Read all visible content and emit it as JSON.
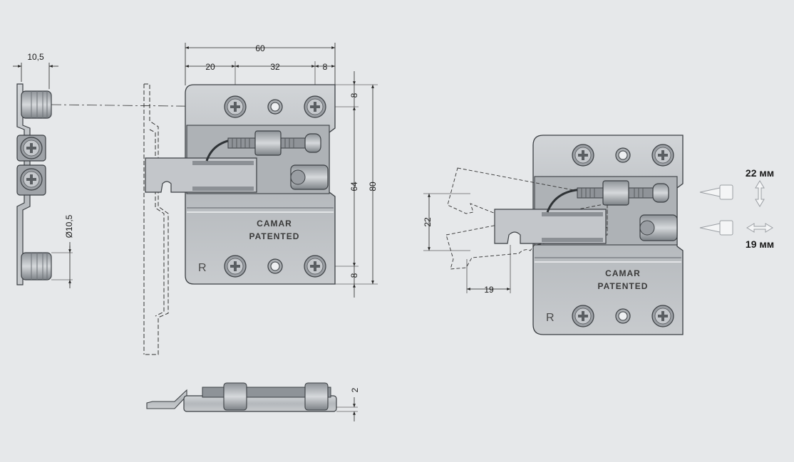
{
  "colors": {
    "background": "#e6e8ea",
    "metal_light": "#c9cccf",
    "metal_mid": "#a7abb0",
    "metal_dark": "#6d7277",
    "outline": "#3b3f43",
    "dim_line": "#222222"
  },
  "dimensions": {
    "side_width": "10,5",
    "overall_width": "60",
    "left_offset": "20",
    "hole_spacing": "32",
    "right_offset": "8",
    "top_offset": "8",
    "vertical_spacing": "64",
    "overall_height": "80",
    "bottom_offset": "8",
    "bolt_diameter": "Ø10,5",
    "plate_thickness": "2",
    "adjust_vertical": "22",
    "adjust_horizontal": "19"
  },
  "product": {
    "brand": "CAMAR",
    "mark": "PATENTED",
    "side_letter": "R"
  },
  "adjustment": {
    "vertical_label": "22 мм",
    "horizontal_label": "19 мм"
  },
  "icons": {
    "vertical_arrow": "double-arrow-vertical-icon",
    "horizontal_arrow": "double-arrow-horizontal-icon",
    "screw": "phillips-screw-icon"
  }
}
